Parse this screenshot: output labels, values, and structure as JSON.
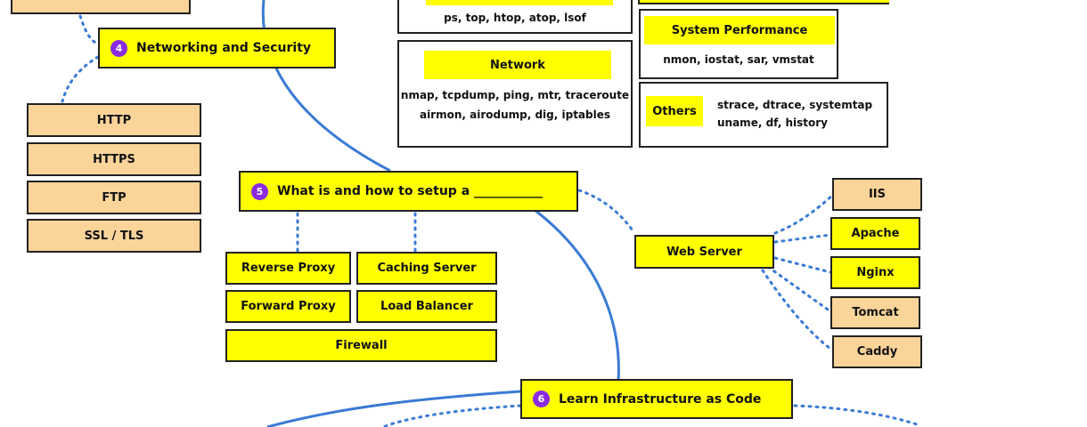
{
  "topics": {
    "networking": {
      "number": "4",
      "title": "Networking and Security"
    },
    "setup": {
      "number": "5",
      "title": "What is and how to setup a ___________"
    },
    "iac": {
      "number": "6",
      "title": "Learn Infrastructure as Code"
    }
  },
  "protocols": [
    "HTTP",
    "HTTPS",
    "FTP",
    "SSL / TLS"
  ],
  "setup_items": [
    "Reverse Proxy",
    "Caching Server",
    "Forward Proxy",
    "Load Balancer",
    "Firewall"
  ],
  "web_server": {
    "label": "Web Server",
    "items": [
      "IIS",
      "Apache",
      "Nginx",
      "Tomcat",
      "Caddy"
    ]
  },
  "tools": {
    "process": {
      "tools": "ps, top, htop, atop, lsof"
    },
    "network": {
      "title": "Network",
      "line1": "nmap, tcpdump, ping, mtr, traceroute",
      "line2": "airmon, airodump, dig, iptables"
    },
    "performance": {
      "title": "System Performance",
      "tools": "nmon, iostat, sar, vmstat"
    },
    "others": {
      "title": "Others",
      "line1": "strace, dtrace, systemtap",
      "line2": "uname, df, history"
    }
  },
  "colors": {
    "yellow": "#ffff00",
    "peach": "#fbd49a",
    "connector": "#3a7bd5",
    "badge": "#8a2be2"
  }
}
